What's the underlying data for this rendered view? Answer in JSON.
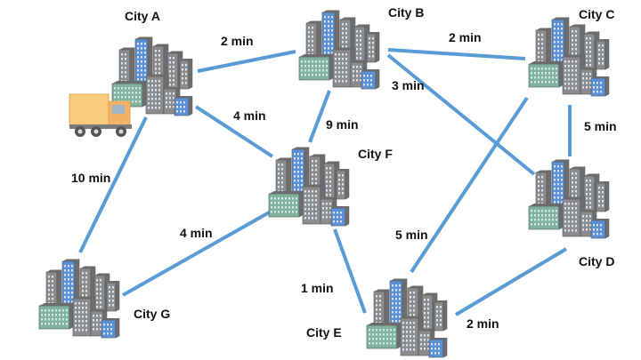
{
  "title": "",
  "colors": {
    "edge": "#5B9BD5",
    "truck_body": "#F7CB7A",
    "truck_cab": "#F4B266",
    "tower_blue": "#5B8FD6",
    "tower_gray": "#8C8C8C",
    "tower_green": "#7FB39B",
    "roof": "#6B6B6B"
  },
  "vehicle": {
    "icon": "delivery-truck-icon",
    "location": "City A"
  },
  "cities": [
    {
      "id": "A",
      "label": "City A"
    },
    {
      "id": "B",
      "label": "City B"
    },
    {
      "id": "C",
      "label": "City C"
    },
    {
      "id": "D",
      "label": "City D"
    },
    {
      "id": "E",
      "label": "City E"
    },
    {
      "id": "F",
      "label": "City F"
    },
    {
      "id": "G",
      "label": "City G"
    }
  ],
  "routes": [
    {
      "from": "A",
      "to": "B",
      "time": "2 min"
    },
    {
      "from": "B",
      "to": "C",
      "time": "2 min"
    },
    {
      "from": "B",
      "to": "D",
      "time": "3 min"
    },
    {
      "from": "A",
      "to": "F",
      "time": "4 min"
    },
    {
      "from": "B",
      "to": "F",
      "time": "9 min"
    },
    {
      "from": "C",
      "to": "D",
      "time": "5 min"
    },
    {
      "from": "A",
      "to": "G",
      "time": "10 min"
    },
    {
      "from": "F",
      "to": "G",
      "time": "4 min"
    },
    {
      "from": "C",
      "to": "E",
      "time": "5 min"
    },
    {
      "from": "F",
      "to": "E",
      "time": "1 min"
    },
    {
      "from": "D",
      "to": "E",
      "time": "2 min"
    }
  ]
}
